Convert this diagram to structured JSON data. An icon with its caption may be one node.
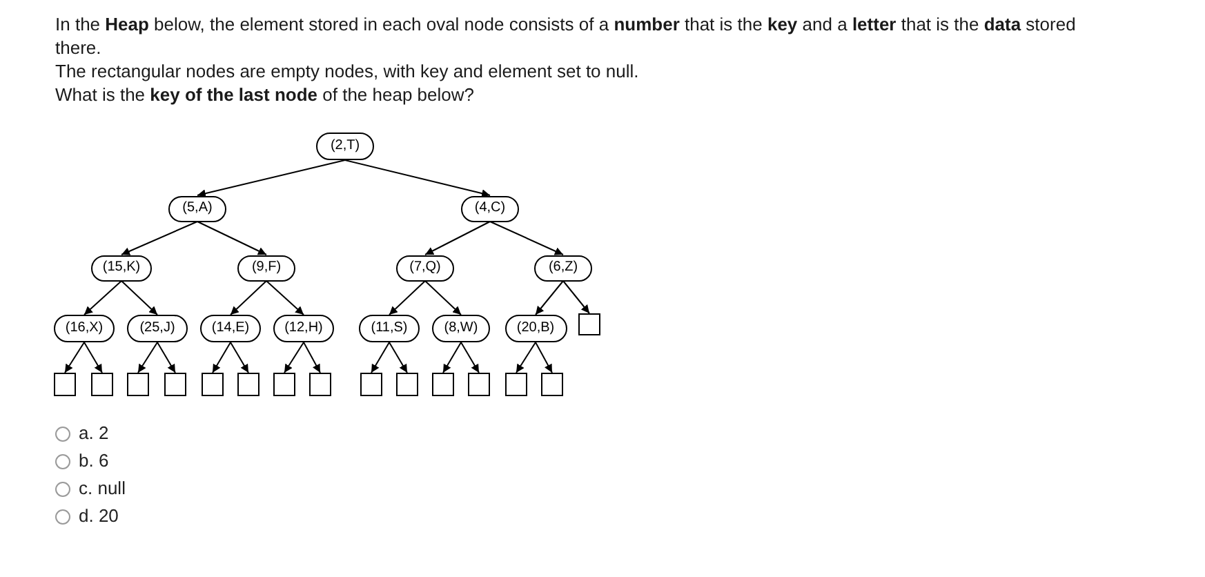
{
  "diagram": {
    "nodes": [
      {
        "text": [
          "(2,T)"
        ]
      },
      {
        "text": [
          "(5,A)"
        ]
      },
      {
        "text": [
          "(4,C)"
        ]
      },
      {
        "text": [
          "(15,K)"
        ]
      },
      {
        "text": [
          "(9,F)"
        ]
      },
      {
        "text": [
          "(7,Q)"
        ]
      },
      {
        "text": [
          "(6,Z)"
        ]
      },
      {
        "text": [
          "(16,X)"
        ]
      },
      {
        "text": [
          "(25,J)"
        ]
      },
      {
        "text": [
          "(14,E)"
        ]
      },
      {
        "text": [
          "(12,H)"
        ]
      },
      {
        "text": [
          "(11,S)"
        ]
      },
      {
        "text": [
          "(8,W)"
        ]
      },
      {
        "text": [
          "(20,B)"
        ]
      },
      {
        "text": [],
        "shape": "box"
      },
      {
        "text": [],
        "shape": "box"
      },
      {
        "text": [],
        "shape": "box"
      },
      {
        "text": [],
        "shape": "box"
      },
      {
        "text": [],
        "shape": "box"
      },
      {
        "text": [],
        "shape": "box"
      },
      {
        "text": [],
        "shape": "box"
      },
      {
        "text": [],
        "shape": "box"
      },
      {
        "text": [],
        "shape": "box"
      },
      {
        "text": [],
        "shape": "box"
      },
      {
        "text": [],
        "shape": "box"
      },
      {
        "text": [],
        "shape": "box"
      },
      {
        "text": [],
        "shape": "box"
      },
      {
        "text": [],
        "shape": "box"
      },
      {
        "text": [],
        "shape": "box"
      }
    ],
    "edges": [
      {
        "from": 0,
        "to": 1,
        "arrow": "to"
      },
      {
        "from": 0,
        "to": 2,
        "arrow": "to"
      },
      {
        "from": 1,
        "to": 3,
        "arrow": "to"
      },
      {
        "from": 1,
        "to": 4,
        "arrow": "to"
      },
      {
        "from": 2,
        "to": 5,
        "arrow": "to"
      },
      {
        "from": 2,
        "to": 6,
        "arrow": "to"
      },
      {
        "from": 3,
        "to": 7,
        "arrow": "to"
      },
      {
        "from": 3,
        "to": 8,
        "arrow": "to"
      },
      {
        "from": 4,
        "to": 9,
        "arrow": "to"
      },
      {
        "from": 4,
        "to": 10,
        "arrow": "to"
      },
      {
        "from": 5,
        "to": 11,
        "arrow": "to"
      },
      {
        "from": 5,
        "to": 12,
        "arrow": "to"
      },
      {
        "from": 6,
        "to": 13,
        "arrow": "to"
      },
      {
        "from": 6,
        "to": 14,
        "arrow": "to"
      },
      {
        "from": 7,
        "to": 15,
        "arrow": "to"
      },
      {
        "from": 7,
        "to": 16,
        "arrow": "to"
      },
      {
        "from": 8,
        "to": 17,
        "arrow": "to"
      },
      {
        "from": 8,
        "to": 18,
        "arrow": "to"
      },
      {
        "from": 9,
        "to": 19,
        "arrow": "to"
      },
      {
        "from": 9,
        "to": 20,
        "arrow": "to"
      },
      {
        "from": 10,
        "to": 21,
        "arrow": "to"
      },
      {
        "from": 10,
        "to": 22,
        "arrow": "to"
      },
      {
        "from": 11,
        "to": 23,
        "arrow": "to"
      },
      {
        "from": 11,
        "to": 24,
        "arrow": "to"
      },
      {
        "from": 12,
        "to": 25,
        "arrow": "to"
      },
      {
        "from": 12,
        "to": 26,
        "arrow": "to"
      },
      {
        "from": 13,
        "to": 27,
        "arrow": "to"
      },
      {
        "from": 13,
        "to": 28,
        "arrow": "to"
      }
    ],
    "labels": [
      "In the **Heap** below, the element stored in each oval node consists of a **number** that is the **key** and a **letter** that is the **data** stored there.",
      "The rectangular nodes are empty nodes, with key and element set to null.",
      "What is the **key of the last node** of the heap below?",
      "a. 2",
      "b. 6",
      "c. null",
      "d. 20"
    ]
  }
}
